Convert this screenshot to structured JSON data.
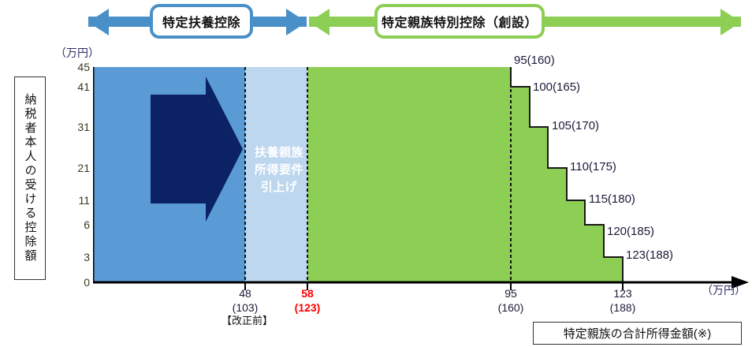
{
  "top_bars": {
    "blue": {
      "label": "特定扶養控除",
      "color": "#4A90C8"
    },
    "green": {
      "label": "特定親族特別控除（創設）",
      "color": "#8DCE54"
    }
  },
  "yaxis": {
    "unit": "（万円）",
    "caption": "納税者本人の受ける控除額",
    "ticks": [
      "45",
      "41",
      "31",
      "21",
      "11",
      "6",
      "3",
      "0"
    ]
  },
  "xaxis": {
    "unit": "（万円）",
    "caption": "特定親族の合計所得金額(※)",
    "ticks": [
      {
        "value": "48",
        "paren": "(103)",
        "note": "【改正前】",
        "red": false
      },
      {
        "value": "58",
        "paren": "(123)",
        "note": "",
        "red": true
      },
      {
        "value": "95",
        "paren": "(160)",
        "note": "",
        "red": false
      },
      {
        "value": "123",
        "paren": "(188)",
        "note": "",
        "red": false
      }
    ]
  },
  "callout_arrow": {
    "lines": [
      "扶養親族",
      "所得要件",
      "引上げ"
    ],
    "color": "#0B2265"
  },
  "step_labels": [
    "95(160)",
    "100(165)",
    "105(170)",
    "110(175)",
    "115(180)",
    "120(185)",
    "123(188)"
  ],
  "colors": {
    "blue_block": "#5B9BD5",
    "lightblue_block": "#BDD7EE",
    "green_block": "#8DCE54",
    "navy": "#0B2265",
    "red": "#FF0000",
    "axis": "#000000"
  },
  "chart_data": {
    "type": "area",
    "title": "",
    "xlabel": "特定親族の合計所得金額(※)",
    "ylabel": "納税者本人の受ける控除額",
    "xunit": "万円",
    "yunit": "万円",
    "xlim": [
      0,
      135
    ],
    "ylim": [
      0,
      45
    ],
    "grid": false,
    "legend": "none",
    "ytick_values": [
      45,
      41,
      31,
      21,
      11,
      6,
      3,
      0
    ],
    "xtick_values": [
      48,
      58,
      95,
      123
    ],
    "xtick_secondary": [
      103,
      123,
      160,
      188
    ],
    "series": [
      {
        "name": "特定扶養控除",
        "color": "#5B9BD5",
        "segments": [
          {
            "x_start": 0,
            "x_end": 48,
            "deduction": 45
          }
        ]
      },
      {
        "name": "扶養親族所得要件引上げ",
        "color": "#BDD7EE",
        "segments": [
          {
            "x_start": 48,
            "x_end": 58,
            "deduction": 45
          }
        ]
      },
      {
        "name": "特定親族特別控除（創設）",
        "color": "#8DCE54",
        "segments": [
          {
            "x_start": 58,
            "x_end": 95,
            "deduction": 45,
            "label": "95(160)"
          },
          {
            "x_start": 95,
            "x_end": 100,
            "deduction": 41,
            "label": "100(165)"
          },
          {
            "x_start": 100,
            "x_end": 105,
            "deduction": 31,
            "label": "105(170)"
          },
          {
            "x_start": 105,
            "x_end": 110,
            "deduction": 21,
            "label": "110(175)"
          },
          {
            "x_start": 110,
            "x_end": 115,
            "deduction": 11,
            "label": "115(180)"
          },
          {
            "x_start": 115,
            "x_end": 120,
            "deduction": 6,
            "label": "120(185)"
          },
          {
            "x_start": 120,
            "x_end": 123,
            "deduction": 3,
            "label": "123(188)"
          }
        ]
      }
    ],
    "annotations": [
      {
        "text": "【改正前】",
        "at_x": 48
      },
      {
        "text": "扶養親族所得要件引上げ",
        "at_x_range": [
          48,
          58
        ]
      }
    ]
  }
}
